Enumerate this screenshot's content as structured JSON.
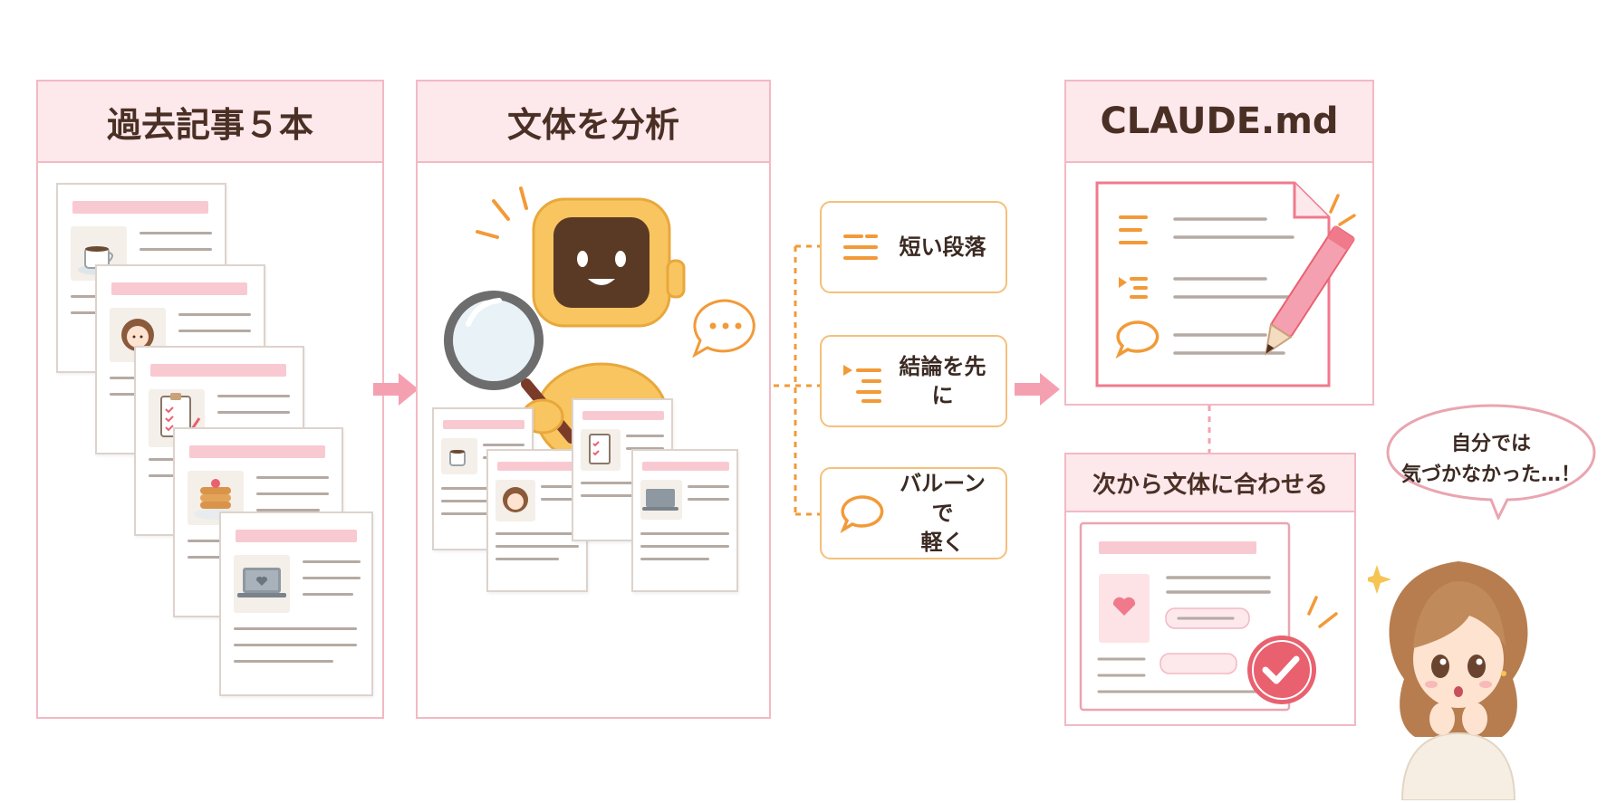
{
  "panels": {
    "past_articles": {
      "title": "過去記事５本"
    },
    "analyze": {
      "title": "文体を分析"
    },
    "claude_md": {
      "title": "CLAUDE.md"
    },
    "next": {
      "title": "次から文体に合わせる"
    }
  },
  "style_points": [
    {
      "icon": "short-paragraph-icon",
      "label": "短い段落"
    },
    {
      "icon": "conclusion-first-icon",
      "label": "結論を先に"
    },
    {
      "icon": "speech-balloon-icon",
      "label": "バルーンで\n軽く"
    }
  ],
  "speech_bubble": {
    "line1": "自分では",
    "line2": "気づかなかった…！"
  },
  "colors": {
    "panel_border": "#f2b9c3",
    "panel_header": "#fde8ec",
    "accent_orange": "#f29a38",
    "accent_pink": "#f07a8c",
    "check_pink": "#e9616f"
  }
}
